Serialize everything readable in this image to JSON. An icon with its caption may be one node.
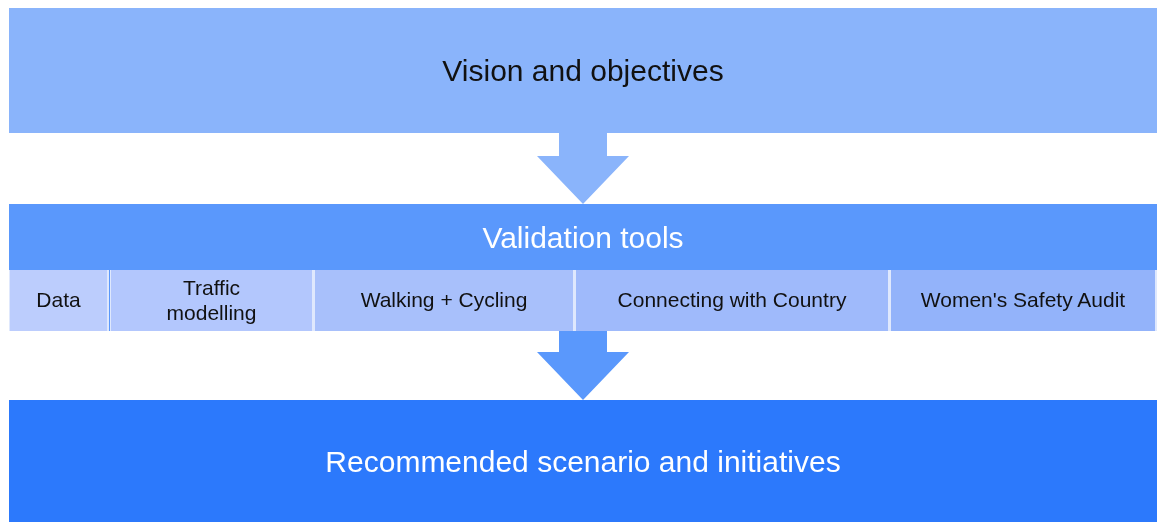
{
  "diagram": {
    "nodes": [
      {
        "text": [
          "Vision and objectives"
        ]
      },
      {
        "text": [
          "Validation tools"
        ]
      },
      {
        "text": [
          "Data"
        ],
        "in": 1
      },
      {
        "text": [
          "Traffic modelling"
        ],
        "in": 1
      },
      {
        "text": [
          "Walking + Cycling"
        ],
        "in": 1
      },
      {
        "text": [
          "Connecting with Country"
        ],
        "in": 1
      },
      {
        "text": [
          "Women's Safety Audit"
        ],
        "in": 1
      },
      {
        "text": [
          "Recommended scenario and initiatives"
        ]
      }
    ],
    "edges": [
      {
        "from": 0,
        "to": 1,
        "arrow": "to",
        "color": "#8ab4fb"
      },
      {
        "from": 1,
        "to": 7,
        "arrow": "to",
        "color": "#5a98fc"
      }
    ]
  }
}
